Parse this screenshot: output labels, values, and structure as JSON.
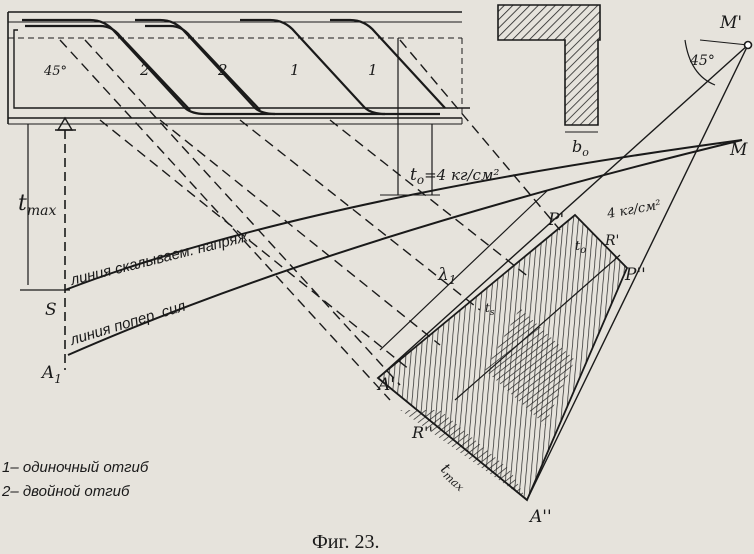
{
  "figure": {
    "caption": "Фиг. 23.",
    "labels": {
      "m_prime": "M'",
      "m": "M",
      "angle_right": "45°",
      "angle_left": "45°",
      "t_max_left": "t",
      "t_max_left_sub": "max",
      "t0_eq": "t",
      "t0_eq_sub": "o",
      "t0_eq_value": "=4 кг/см²",
      "b0": "b",
      "b0_sub": "o",
      "s": "S",
      "a1": "A",
      "a1_sub": "1",
      "a_prime": "A'",
      "a_dprime": "A''",
      "p_prime": "P'",
      "p_dprime": "P''",
      "r_prime": "R'",
      "r_dprime": "R''",
      "lambda1": "λ",
      "lambda1_sub": "1",
      "t0_small": "t",
      "t0_small_sub": "o",
      "ts": "t",
      "ts_sub": "s",
      "four_kg": "4 кг/см²",
      "t_max_tri": "t",
      "t_max_tri_sub": "max",
      "bar_1a": "1",
      "bar_1b": "1",
      "bar_2a": "2",
      "bar_2b": "2",
      "shear_line": "линия скалываем. напряж.",
      "transverse_line": "линия попер. сил"
    },
    "legend": [
      "1– одиночный отгиб",
      "2– двойной отгиб"
    ]
  }
}
